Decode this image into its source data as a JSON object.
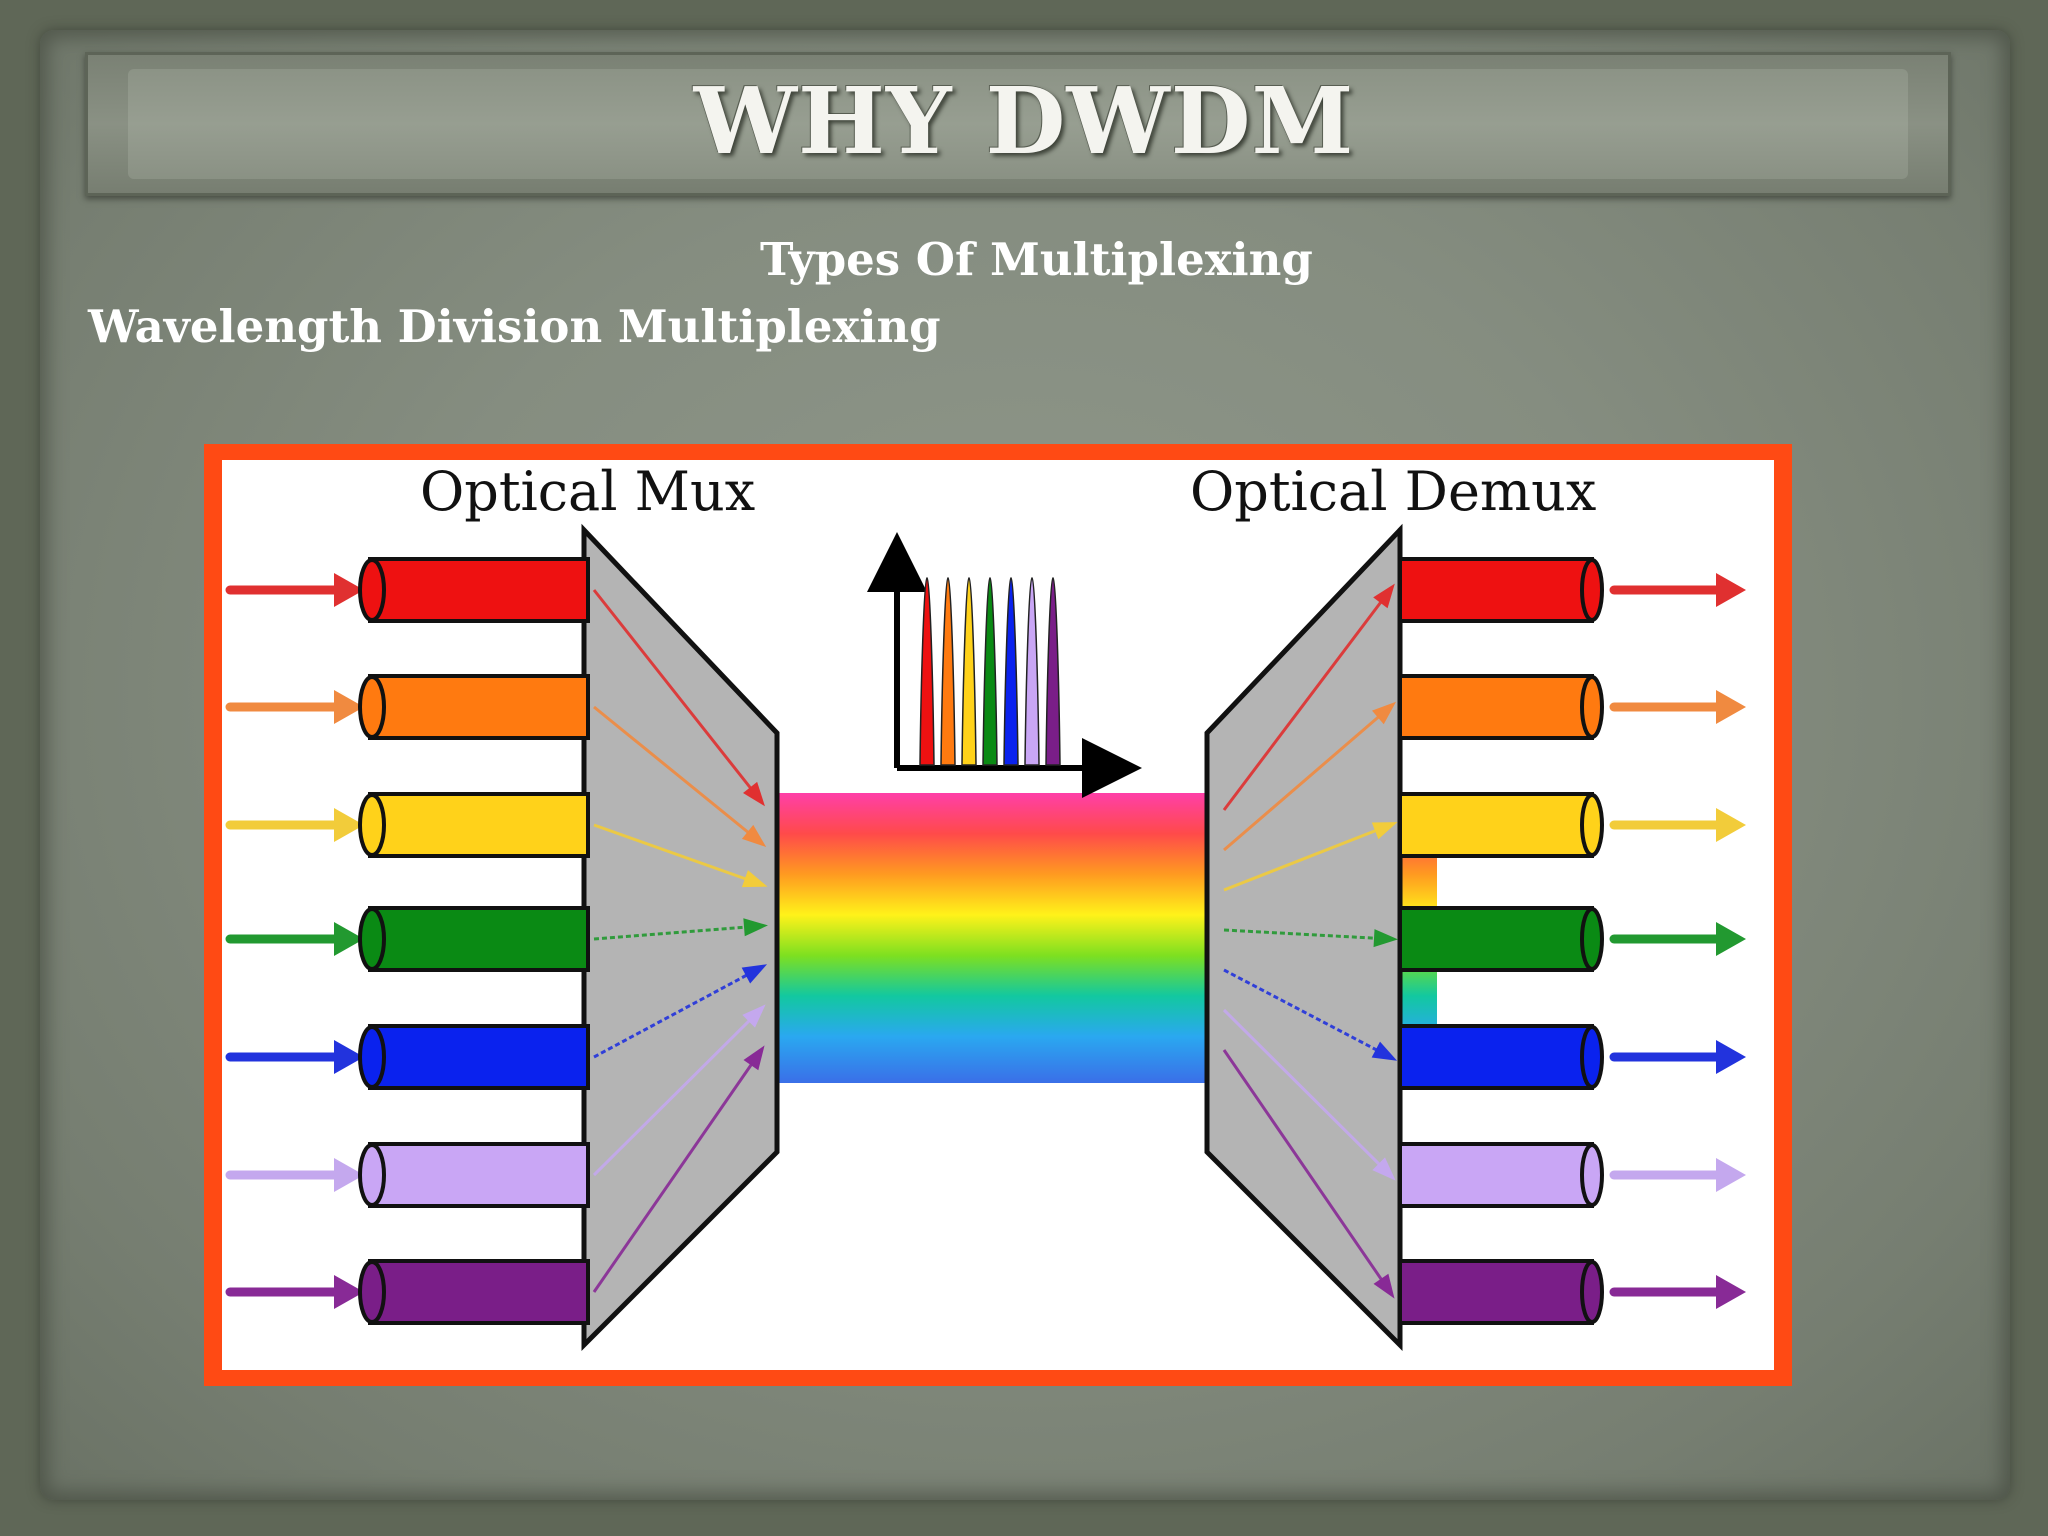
{
  "title": "WHY DWDM",
  "subtitle": "Types Of Multiplexing",
  "heading": "Wavelength Division Multiplexing",
  "diagram": {
    "mux_label": "Optical Mux",
    "demux_label": "Optical Demux",
    "channels": [
      {
        "name": "red",
        "color": "#ee1111",
        "arrow": "#e03030"
      },
      {
        "name": "orange",
        "color": "#ff7a10",
        "arrow": "#f08a40"
      },
      {
        "name": "yellow",
        "color": "#ffd21a",
        "arrow": "#f2cc3a"
      },
      {
        "name": "green",
        "color": "#0a8a14",
        "arrow": "#229930"
      },
      {
        "name": "blue",
        "color": "#0a22ee",
        "arrow": "#2233dd"
      },
      {
        "name": "lavender",
        "color": "#c9a6f5",
        "arrow": "#c4a8ee"
      },
      {
        "name": "purple",
        "color": "#7a1e88",
        "arrow": "#882a96"
      }
    ]
  }
}
